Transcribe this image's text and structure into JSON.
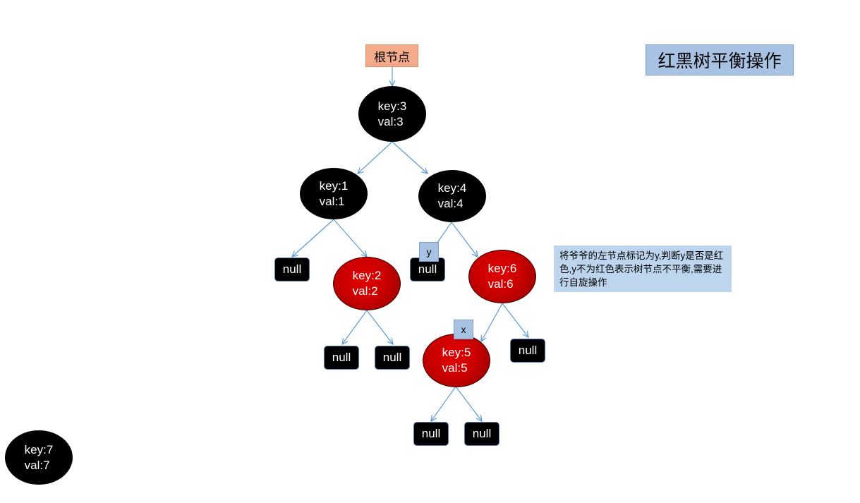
{
  "title": "红黑树平衡操作",
  "root_label": "根节点",
  "note": "将爷爷的左节点标记为y,判断y是否是红色,y不为红色表示树节点不平衡,需要进行自旋操作",
  "markers": {
    "y": "y",
    "x": "x"
  },
  "null_label": "null",
  "colors": {
    "black_node": "#000000",
    "red_node": "#cc0000",
    "edge": "#5b9bd5",
    "marker": "#a7c2e3",
    "root_label": "#f4ab8c"
  },
  "nodes": {
    "n3": {
      "key": "key:3",
      "val": "val:3",
      "color": "black"
    },
    "n1": {
      "key": "key:1",
      "val": "val:1",
      "color": "black"
    },
    "n4": {
      "key": "key:4",
      "val": "val:4",
      "color": "black"
    },
    "n2": {
      "key": "key:2",
      "val": "val:2",
      "color": "red"
    },
    "n6": {
      "key": "key:6",
      "val": "val:6",
      "color": "red"
    },
    "n5": {
      "key": "key:5",
      "val": "val:5",
      "color": "red"
    },
    "n7": {
      "key": "key:7",
      "val": "val:7",
      "color": "black"
    }
  }
}
